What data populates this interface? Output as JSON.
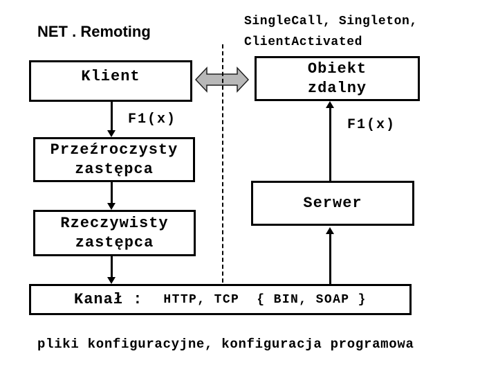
{
  "title": "NET . Remoting",
  "activation_modes": {
    "line1": "SingleCall, Singleton,",
    "line2": "ClientActivated"
  },
  "boxes": {
    "klient": {
      "label": "Klient"
    },
    "obiekt_zdalny": {
      "line1": "Obiekt",
      "line2": "zdalny"
    },
    "przezroczysty_zastepca": {
      "line1": "Przeźroczysty",
      "line2": "zastępca"
    },
    "rzeczywisty_zastepca": {
      "line1": "Rzeczywisty",
      "line2": "zastępca"
    },
    "serwer": {
      "label": "Serwer"
    },
    "kanal": {
      "label": "Kanał :",
      "protocols": "HTTP, TCP",
      "formats": "{ BIN, SOAP }"
    }
  },
  "labels": {
    "call_left": "F1(x)",
    "call_right": "F1(x)"
  },
  "caption": "pliki konfiguracyjne, konfiguracja programowa",
  "icons": {
    "double_arrow": "left-right-double-arrow"
  },
  "colors": {
    "background": "#ffffff",
    "line": "#000000",
    "arrow_fill": "#b8b8b8",
    "arrow_stroke": "#1f1f1f"
  }
}
